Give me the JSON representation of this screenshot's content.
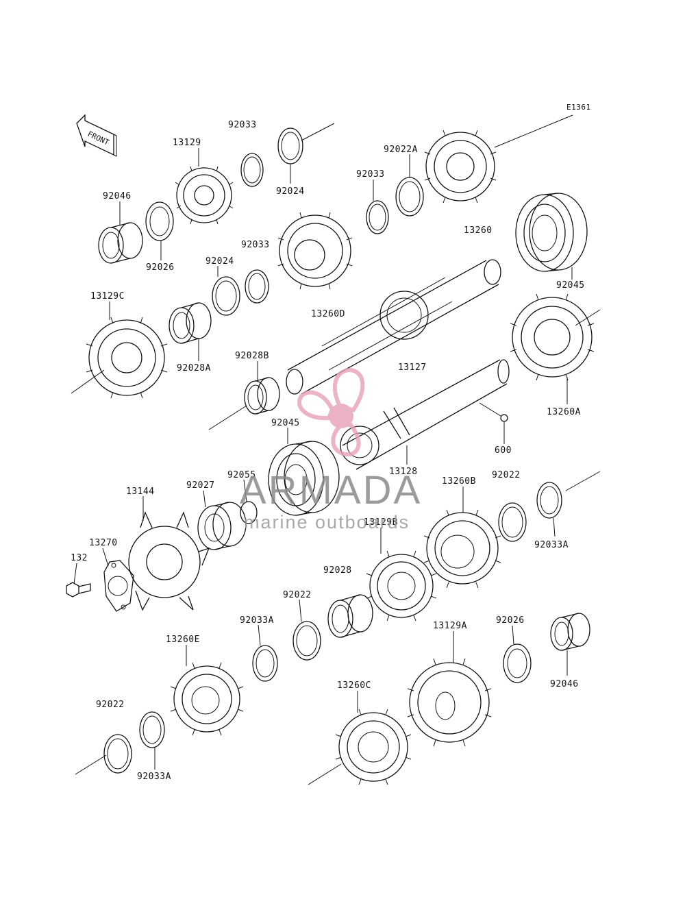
{
  "diagram": {
    "code": "E1361",
    "front_label": "FRONT",
    "labels": {
      "l92033_top": "92033",
      "l13129": "13129",
      "l92024_top": "92024",
      "l92022A": "92022A",
      "l92033_mid": "92033",
      "l92046_top": "92046",
      "l92026_top": "92026",
      "l92033_c": "92033",
      "l13260": "13260",
      "l92024_mid": "92024",
      "l92045_top": "92045",
      "l13129C": "13129C",
      "l13260D": "13260D",
      "l92028A": "92028A",
      "l92028B": "92028B",
      "l13127": "13127",
      "l13260A": "13260A",
      "l92045_mid": "92045",
      "l600": "600",
      "l92055": "92055",
      "l13128": "13128",
      "l13144": "13144",
      "l92027": "92027",
      "l13260B": "13260B",
      "l92022_r": "92022",
      "l13270": "13270",
      "l132": "132",
      "l13129B": "13129B",
      "l92033A_r": "92033A",
      "l92028": "92028",
      "l92022_m": "92022",
      "l92033A_m": "92033A",
      "l13129A": "13129A",
      "l92026_b": "92026",
      "l13260E": "13260E",
      "l92046_b": "92046",
      "l13260C": "13260C",
      "l92022_b": "92022",
      "l92033A_b": "92033A"
    }
  },
  "watermark": {
    "title": "ARMADA",
    "subtitle": "marine outboards",
    "logo_color": "#e8a0b8"
  }
}
